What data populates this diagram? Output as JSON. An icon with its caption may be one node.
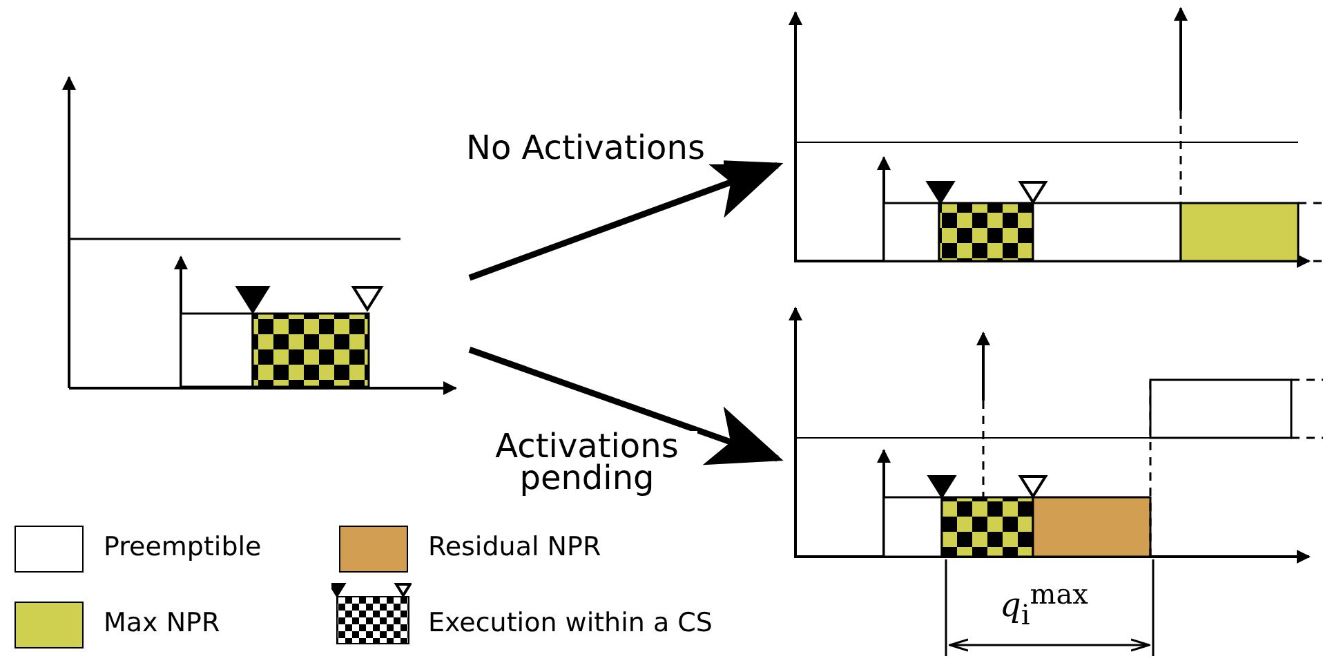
{
  "diagram": {
    "nodes": [
      {
        "text": [],
        "shape": "picture"
      },
      {
        "text": [],
        "shape": "picture"
      },
      {
        "text": [],
        "shape": "picture"
      }
    ],
    "edges": [
      {
        "from": 0,
        "to": 1,
        "arrow": "to",
        "label": "No Activations"
      },
      {
        "from": 0,
        "to": 2,
        "arrow": "to",
        "label": "Activations pending"
      }
    ],
    "labels": [
      "*q*$_{i}$$^{max}$"
    ],
    "legend": [
      {
        "text": "Preemptible",
        "color": "#ffffff"
      },
      {
        "text": "Residual NPR",
        "color": "#d29f52"
      },
      {
        "text": "Max NPR",
        "color": "#cfd050"
      },
      {
        "text": "Execution within a CS"
      }
    ]
  }
}
